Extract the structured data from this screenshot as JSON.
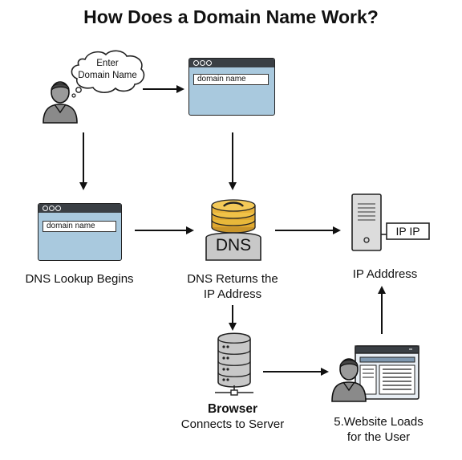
{
  "title": "How Does a Domain Name Work?",
  "thought_bubble": {
    "line1": "Enter",
    "line2": "Domain Name"
  },
  "browser_top": {
    "field_text": "domain name"
  },
  "browser_left": {
    "field_text": "domain name"
  },
  "dns": {
    "badge": "DNS"
  },
  "server_ip": {
    "tag": "IP IP"
  },
  "steps": {
    "lookup": "DNS Lookup Begins",
    "returns_line1": "DNS Returns the",
    "returns_line2": "IP Address",
    "ip": "IP Adddress",
    "connect_bold": "Browser",
    "connect_line2": "Connects to Server",
    "loads_line1": "5.Website Loads",
    "loads_line2": "for the User"
  },
  "colors": {
    "window_blue": "#a9c9de",
    "title_bar": "#3a3f44",
    "coin_gold": "#e8b83a",
    "server_gray": "#c8c8c8",
    "person_gray": "#8a8a8a"
  }
}
